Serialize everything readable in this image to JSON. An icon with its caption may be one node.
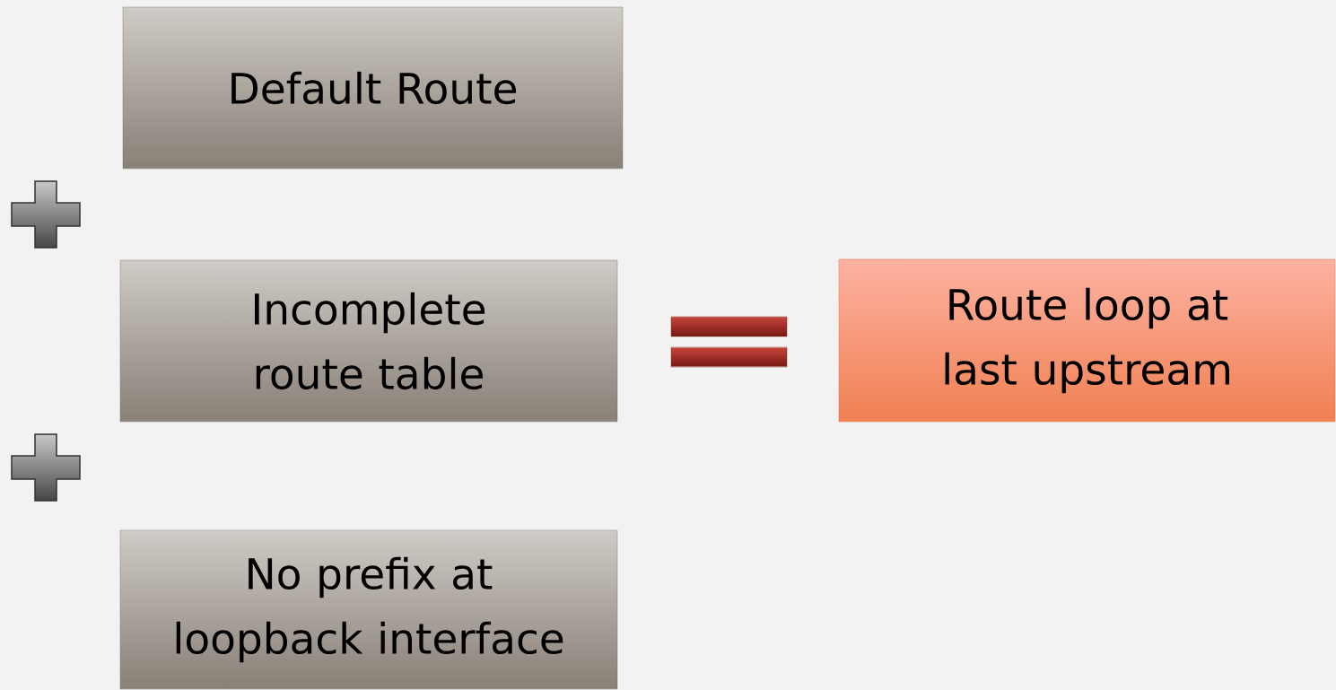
{
  "diagram": {
    "nodes": [
      {
        "text": [
          "Default Route"
        ]
      },
      {
        "text": [
          "Incomplete route table"
        ]
      },
      {
        "text": [
          "No prefix at loopback interface"
        ]
      },
      {
        "text": [
          "Route loop at last upstream"
        ]
      }
    ]
  }
}
